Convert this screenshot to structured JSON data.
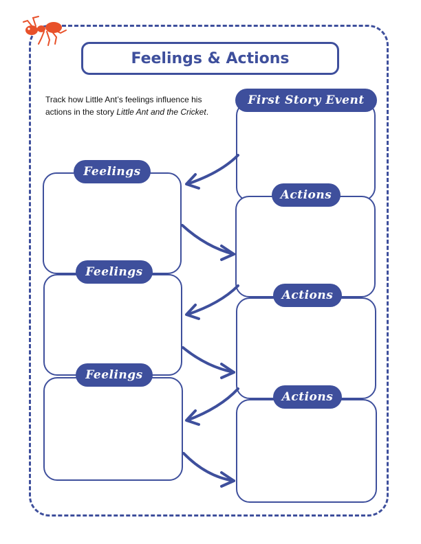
{
  "title": "Feelings & Actions",
  "instructions": {
    "text": "Track how Little Ant’s feelings influence his actions in the story ",
    "book_title": "Little Ant and the Cricket",
    "end": "."
  },
  "labels": {
    "first_event": "First Story Event",
    "feelings": "Feelings",
    "actions": "Actions"
  },
  "colors": {
    "accent": "#3e4f9c",
    "ant": "#e8512a"
  },
  "icons": [
    "ant-icon"
  ]
}
